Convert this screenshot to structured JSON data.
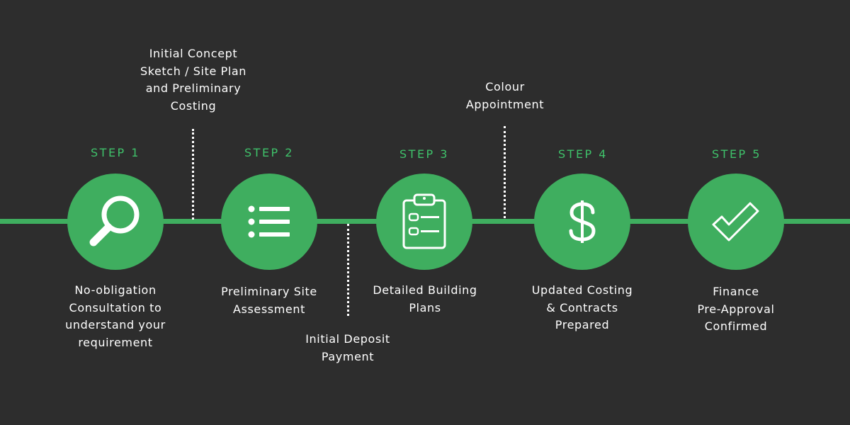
{
  "steps": [
    {
      "label": "STEP 1",
      "icon": "search-icon",
      "description": "No-obligation\nConsultation to\nunderstand your\nrequirement"
    },
    {
      "label": "STEP 2",
      "icon": "list-icon",
      "description": "Preliminary Site\nAssessment"
    },
    {
      "label": "STEP 3",
      "icon": "clipboard-icon",
      "description": "Detailed Building\nPlans"
    },
    {
      "label": "STEP 4",
      "icon": "dollar-icon",
      "description": "Updated Costing\n& Contracts\nPrepared"
    },
    {
      "label": "STEP 5",
      "icon": "checkmark-icon",
      "description": "Finance\nPre-Approval\nConfirmed"
    }
  ],
  "milestones": [
    {
      "text": "Initial Concept\nSketch / Site Plan\nand Preliminary\nCosting"
    },
    {
      "text": "Initial Deposit\nPayment"
    },
    {
      "text": "Colour\nAppointment"
    }
  ],
  "colors": {
    "background": "#2d2d2d",
    "accent": "#3fae5f",
    "step_label": "#3fc16a",
    "text": "#ffffff"
  }
}
